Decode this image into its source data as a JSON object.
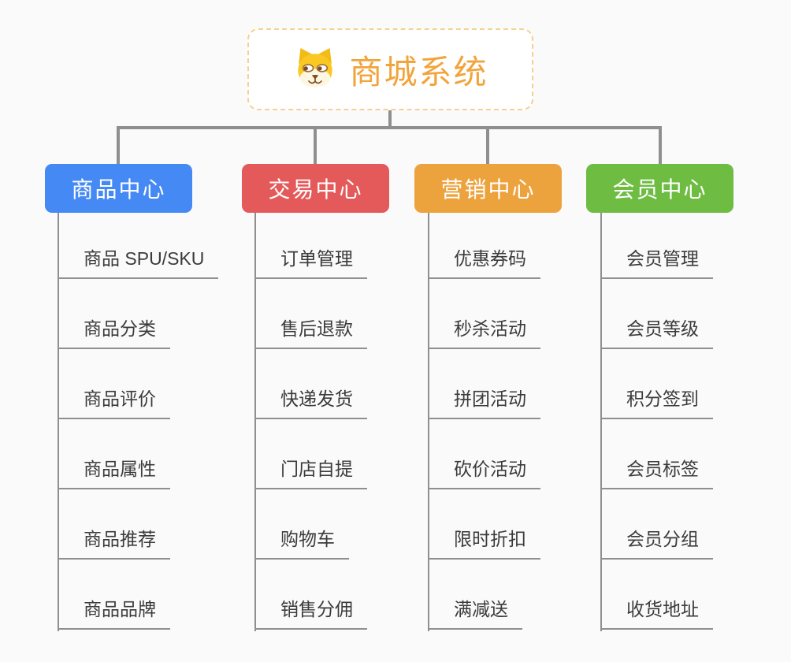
{
  "page": {
    "background_color": "#fafafa",
    "connector_color": "#8f8f8f"
  },
  "root": {
    "title": "商城系统",
    "icon": "shiba-dog-icon",
    "text_color": "#f2a43c",
    "border_color": "#f6d092"
  },
  "branches": [
    {
      "label": "商品中心",
      "color": "#4489f4",
      "children": [
        "商品 SPU/SKU",
        "商品分类",
        "商品评价",
        "商品属性",
        "商品推荐",
        "商品品牌"
      ]
    },
    {
      "label": "交易中心",
      "color": "#e45a5a",
      "children": [
        "订单管理",
        "售后退款",
        "快递发货",
        "门店自提",
        "购物车",
        "销售分佣"
      ]
    },
    {
      "label": "营销中心",
      "color": "#eda33d",
      "children": [
        "优惠券码",
        "秒杀活动",
        "拼团活动",
        "砍价活动",
        "限时折扣",
        "满减送"
      ]
    },
    {
      "label": "会员中心",
      "color": "#6ebd42",
      "children": [
        "会员管理",
        "会员等级",
        "积分签到",
        "会员标签",
        "会员分组",
        "收货地址"
      ]
    }
  ]
}
